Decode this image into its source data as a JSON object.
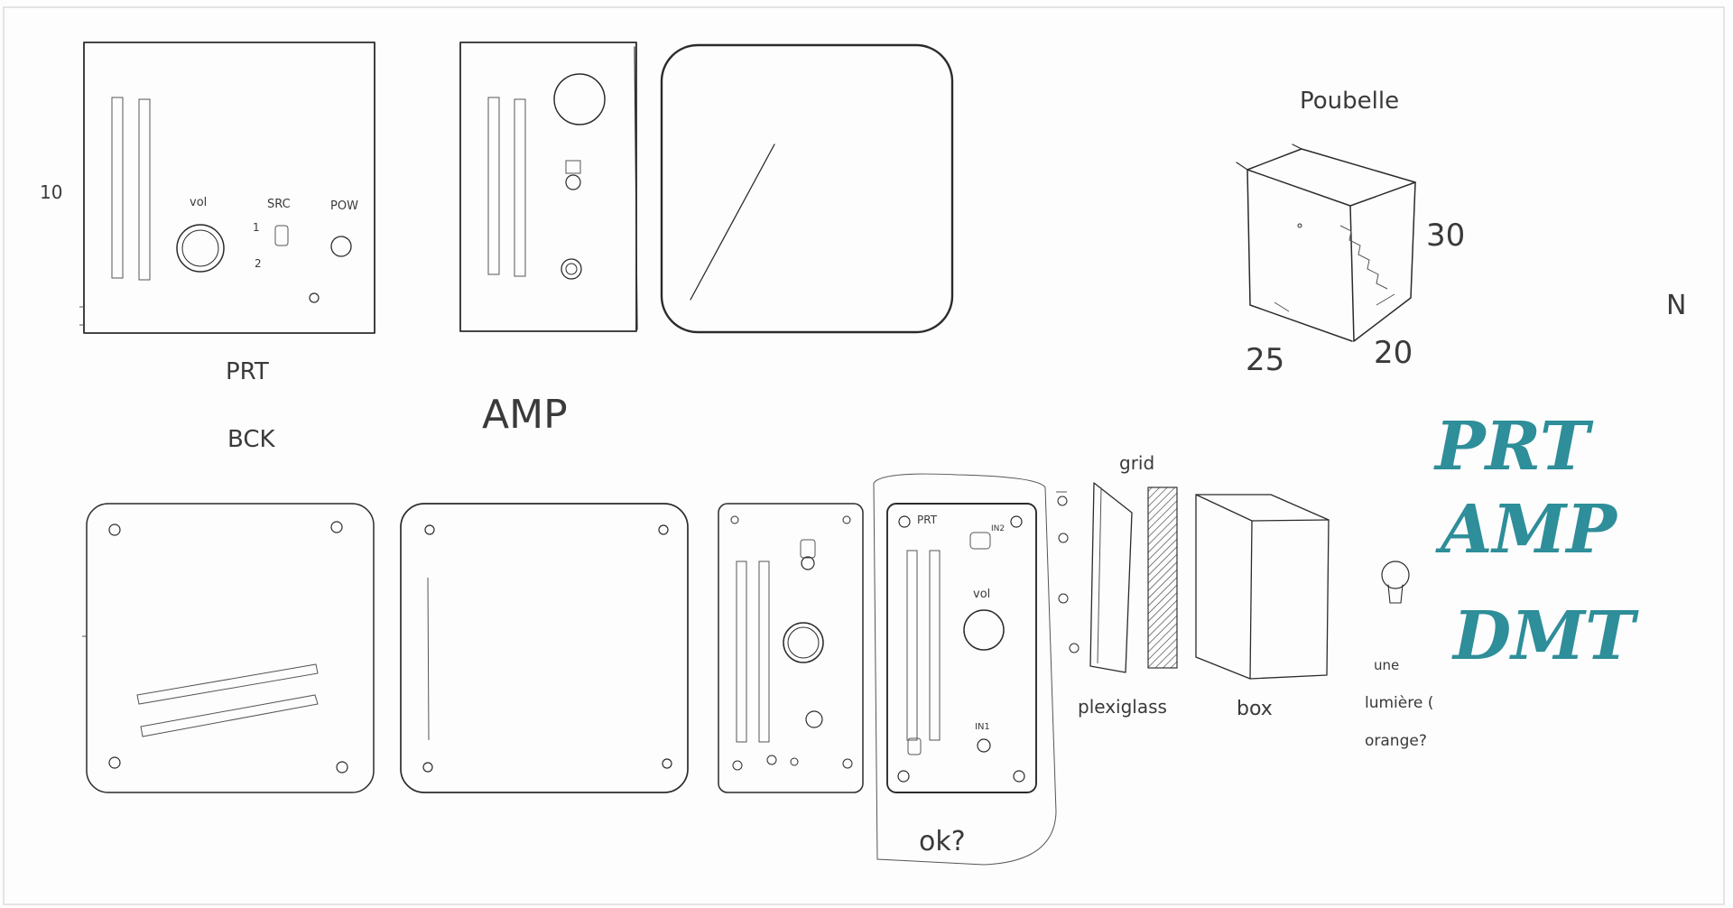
{
  "labels": {
    "panel_prt_bck_line1": "PRT",
    "panel_prt_bck_line2": "BCK",
    "panel_amp": "AMP",
    "dim_left_10": "10",
    "knob_vol": "vol",
    "knob_src": "SRC",
    "knob_pow": "POW",
    "src_1": "1",
    "src_2": "2",
    "poubelle": "Poubelle",
    "dim_30": "30",
    "dim_25": "25",
    "dim_20": "20",
    "corner_mark": "N",
    "front_prt": "PRT",
    "front_vol": "vol",
    "front_in2": "IN2",
    "front_in1": "IN1",
    "grid": "grid",
    "plexiglass": "plexiglass",
    "box": "box",
    "lumiere_line1": "une",
    "lumiere_line2": "lumière (",
    "lumiere_line3": "orange?",
    "ok": "ok?",
    "monogram_1": "PRT",
    "monogram_2": "AMP",
    "monogram_3": "DMT"
  },
  "colors": {
    "ink": "#2b2b2b",
    "teal": "#2e8e99",
    "paper": "#fdfdfd"
  }
}
